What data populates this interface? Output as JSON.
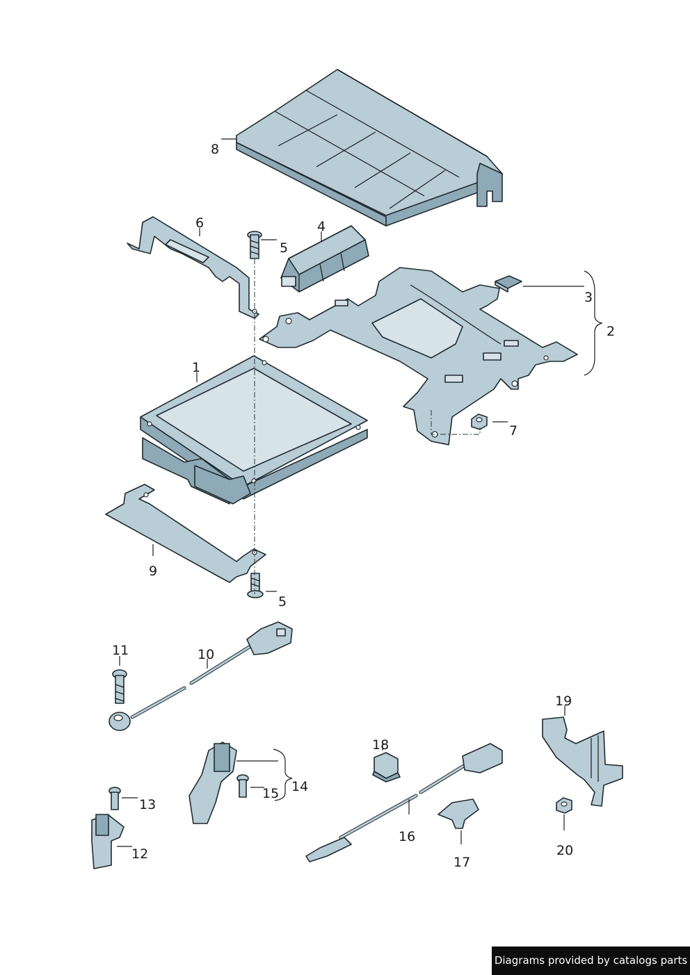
{
  "callouts": {
    "c1": "1",
    "c2": "2",
    "c3": "3",
    "c4": "4",
    "c5a": "5",
    "c5b": "5",
    "c6": "6",
    "c7": "7",
    "c8": "8",
    "c9": "9",
    "c10": "10",
    "c11": "11",
    "c12": "12",
    "c13": "13",
    "c14": "14",
    "c15": "15",
    "c16": "16",
    "c17": "17",
    "c18": "18",
    "c19": "19",
    "c20": "20"
  },
  "footer": {
    "credit": "Diagrams provided by catalogs parts"
  },
  "colors": {
    "part_fill": "#b8cdd6",
    "line": "#1f2a30",
    "footer_bg": "#0d0d0d"
  }
}
